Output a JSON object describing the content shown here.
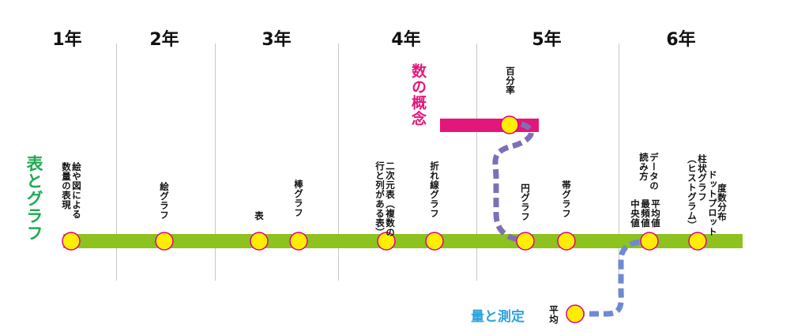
{
  "grades": [
    "1年",
    "2年",
    "3年",
    "4年",
    "5年",
    "6年"
  ],
  "categories": {
    "table_graph": "表とグラフ",
    "number_concept": "数の概念",
    "measurement": "量と測定"
  },
  "topics": {
    "picture_table": "絵や図による\n数量の表現",
    "picture_graph": "絵グラフ",
    "table": "表",
    "bar_graph": "棒グラフ",
    "two_way_table": "二次元表（複数の\n行と列がある表）",
    "line_graph": "折れ線グラフ",
    "pie_graph": "円グラフ",
    "band_graph": "帯グラフ",
    "data_reading": "データの\n読み方",
    "representative_values": "平均値\n最頻値\n中央値",
    "histogram": "柱状グラフ\n（ヒストグラム）",
    "dot_plot": "ドットプロット",
    "frequency_distribution": "度数分布",
    "percentage": "百分率",
    "average": "平均"
  },
  "colors": {
    "timeline": "#8dc21f",
    "node_fill": "#ffee00",
    "node_stroke": "#e4007f",
    "table_graph": "#1daa54",
    "number_concept": "#e3177a",
    "path_number": "#7f6fb8",
    "path_measure": "#6e8ad0",
    "measurement": "#2ba3dd"
  }
}
